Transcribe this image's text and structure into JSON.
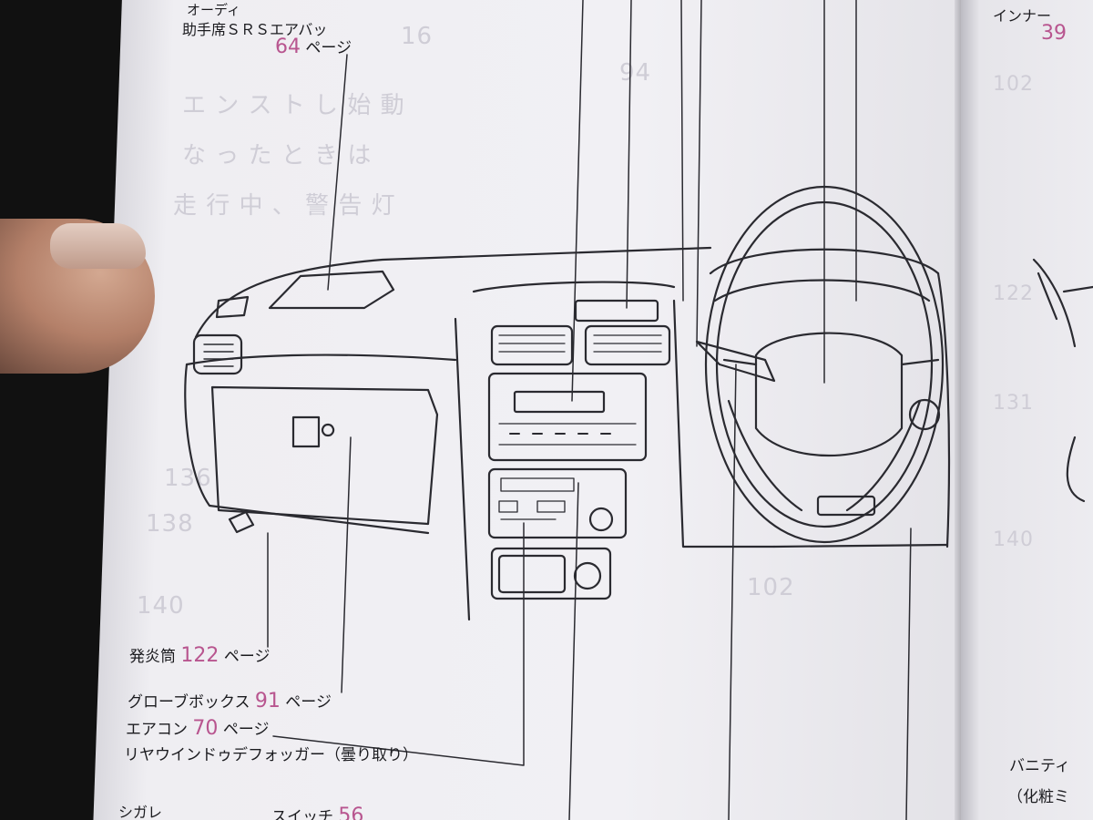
{
  "labels": {
    "airbag_top": "オーディ",
    "airbag_label": "助手席ＳＲＳエアバッ",
    "airbag_page": "64",
    "page_suffix": "ページ",
    "lighter_label": "発炎筒",
    "lighter_page": "122",
    "glovebox_label": "グローブボックス",
    "glovebox_page": "91",
    "aircon_label": "エアコン",
    "aircon_page": "70",
    "defogger_label": "リヤウインドゥデフォッガー（曇り取り）",
    "defogger_sub": "スイッチ",
    "defogger_page": "56",
    "cigar_partial": "シガレ",
    "right_top": "インナー",
    "right_page": "39",
    "vanity": "バニティ",
    "vanity_sub": "（化粧ミ"
  },
  "colors": {
    "page_accent": "#b8558f",
    "ink": "#1b1b1f"
  }
}
